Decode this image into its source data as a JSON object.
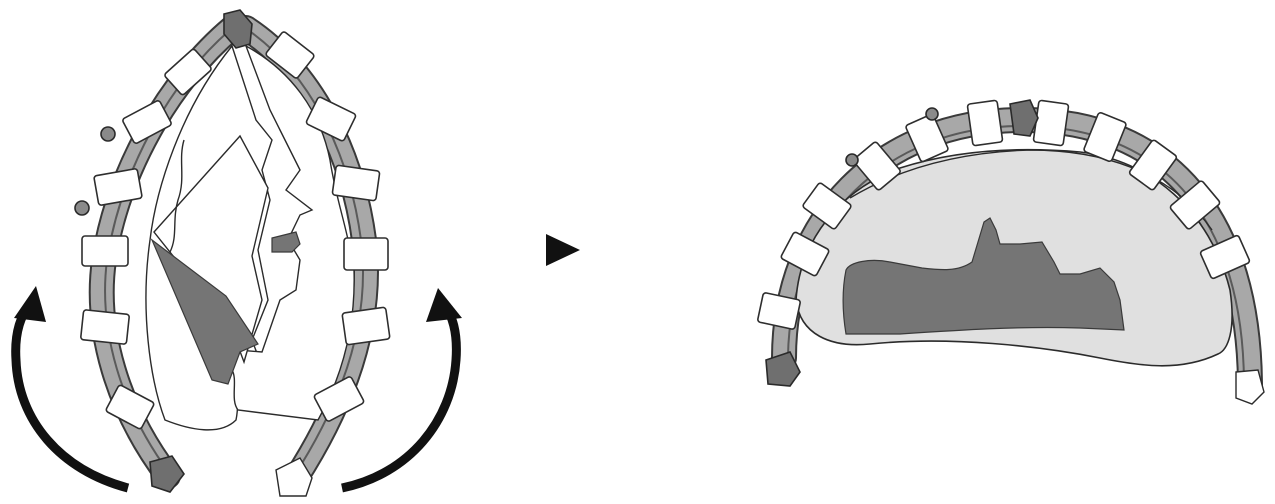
{
  "figure": {
    "left_state": "open-hinged-frame-with-garment",
    "right_state": "closed-frame-with-garment",
    "step_indicator_icon": "play-triangle-icon",
    "rotation_arrows": [
      "curved-arrow-up-left",
      "curved-arrow-up-right"
    ],
    "colors": {
      "frame_fill": "#a8a8a8",
      "frame_stroke": "#3a3a3a",
      "strap": "#ffffff",
      "garment_light": "#e0e0e0",
      "garment_dark": "#757575",
      "arrow": "#111111"
    }
  }
}
